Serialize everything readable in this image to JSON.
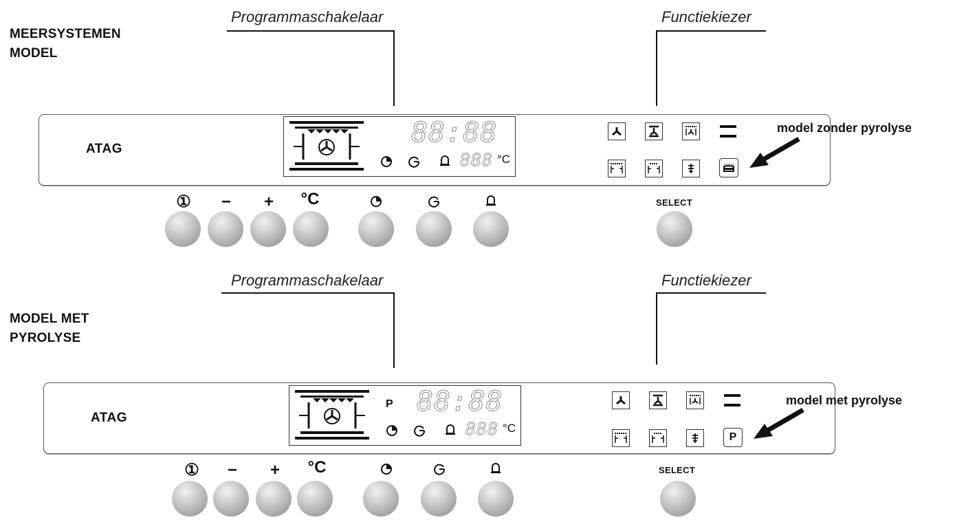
{
  "models": [
    {
      "label_line1": "MEERSYSTEMEN",
      "label_line2": "MODEL",
      "program_label": "Programmaschakelaar",
      "function_label": "Functiekiezer",
      "brand": "ATAG",
      "time_display": "88:88",
      "temp_display": "888",
      "temp_unit": "°C",
      "p_indicator": "",
      "buttons": [
        "①",
        "−",
        "+",
        "°C",
        "◔",
        "⊖",
        "🔔"
      ],
      "select_label": "SELECT",
      "function_icons": [
        "fan-icon",
        "bottom-fan-icon",
        "grill-fan-icon",
        "top-bottom-heat-icon",
        "grill-icon",
        "top-heat-icon",
        "defrost-icon",
        "pyrolyse-off-icon"
      ],
      "note": "model zonder pyrolyse"
    },
    {
      "label_line1": "MODEL MET",
      "label_line2": "PYROLYSE",
      "program_label": "Programmaschakelaar",
      "function_label": "Functiekiezer",
      "brand": "ATAG",
      "time_display": "88:88",
      "temp_display": "888",
      "temp_unit": "°C",
      "p_indicator": "P",
      "buttons": [
        "①",
        "−",
        "+",
        "°C",
        "◔",
        "⊖",
        "🔔"
      ],
      "select_label": "SELECT",
      "function_icons": [
        "fan-icon",
        "bottom-fan-icon",
        "grill-fan-icon",
        "top-bottom-heat-icon",
        "grill-icon",
        "top-heat-icon",
        "defrost-icon",
        "pyrolyse-p-icon"
      ],
      "p_button": "P",
      "note": "model met pyrolyse"
    }
  ]
}
